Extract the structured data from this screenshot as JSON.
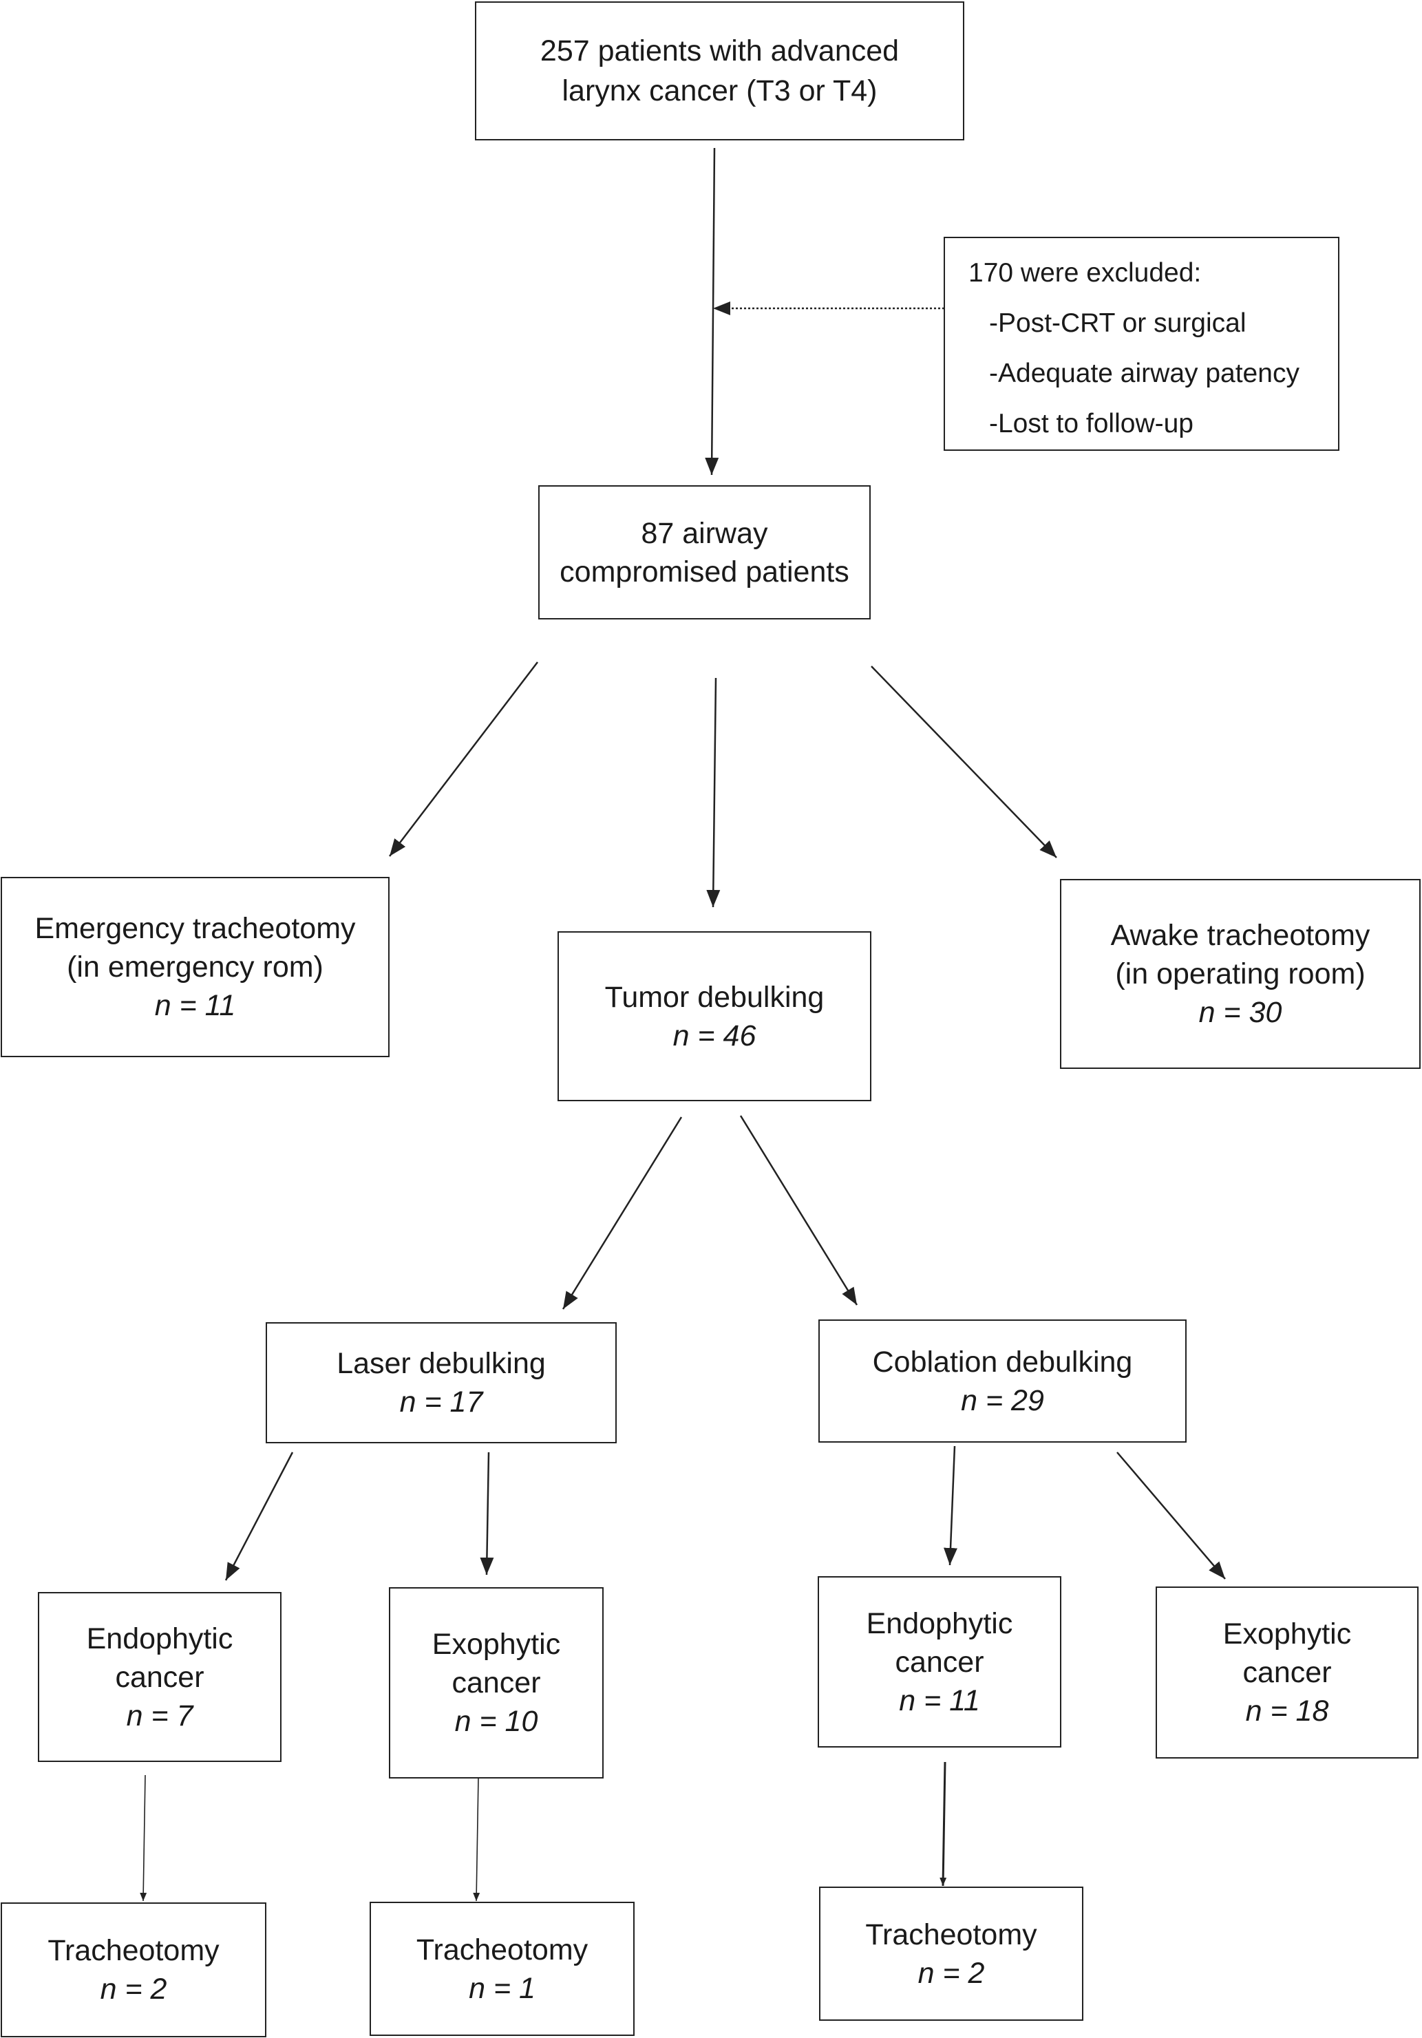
{
  "start": {
    "line1": "257 patients with advanced",
    "line2": "larynx cancer (T3 or T4)"
  },
  "excluded": {
    "title": "170 were excluded:",
    "reasons": [
      "-Post-CRT or surgical",
      "-Adequate airway patency",
      "-Lost to follow-up"
    ]
  },
  "compromised": {
    "line1": "87 airway",
    "line2": "compromised patients"
  },
  "emergency": {
    "line1": "Emergency tracheotomy",
    "line2": "(in emergency rom)",
    "n": "n = 11"
  },
  "debulking": {
    "line1": "Tumor debulking",
    "n": "n = 46"
  },
  "awake": {
    "line1": "Awake tracheotomy",
    "line2": "(in operating room)",
    "n": "n = 30"
  },
  "laser": {
    "line1": "Laser debulking",
    "n": "n = 17"
  },
  "coblation": {
    "line1": "Coblation debulking",
    "n": "n = 29"
  },
  "laser_endo": {
    "line1": "Endophytic",
    "line2": "cancer",
    "n": "n = 7"
  },
  "laser_exo": {
    "line1": "Exophytic",
    "line2": "cancer",
    "n": "n = 10"
  },
  "cob_endo": {
    "line1": "Endophytic",
    "line2": "cancer",
    "n": "n = 11"
  },
  "cob_exo": {
    "line1": "Exophytic",
    "line2": "cancer",
    "n": "n = 18"
  },
  "trach_laser_endo": {
    "line1": "Tracheotomy",
    "n": "n = 2"
  },
  "trach_laser_exo": {
    "line1": "Tracheotomy",
    "n": "n = 1"
  },
  "trach_cob_endo": {
    "line1": "Tracheotomy",
    "n": "n = 2"
  },
  "colors": {
    "stroke": "#222222",
    "background": "#ffffff"
  }
}
